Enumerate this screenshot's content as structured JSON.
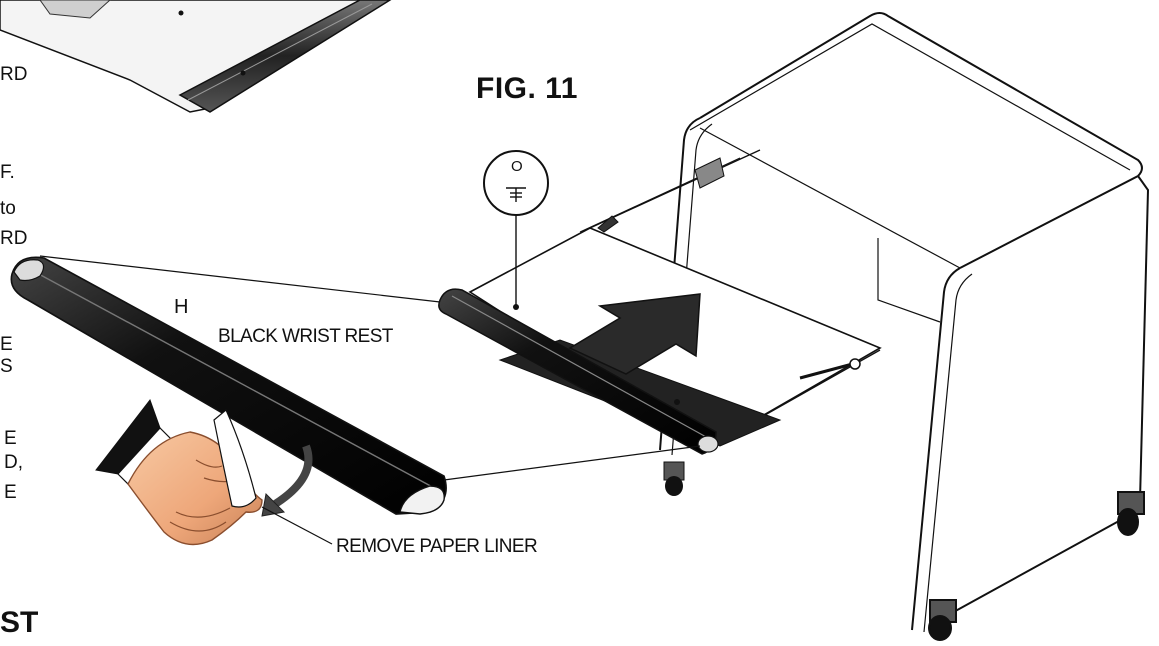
{
  "figure": {
    "title": "FIG. 11",
    "hardware_callout": "O",
    "part_letter": "H",
    "label_wrist_rest": "BLACK WRIST REST",
    "label_remove_liner": "REMOVE PAPER LINER"
  },
  "cropped_text_left": {
    "line_1": "RD",
    "line_2": "F.",
    "line_3": "to",
    "line_4": "RD",
    "line_5": "E",
    "line_6": "S",
    "line_7": "E",
    "line_8": "D,",
    "line_9": "E",
    "bottom_heading": "ST"
  },
  "colors": {
    "ink": "#111111",
    "wrist_rest": "#1a1a1a",
    "hand_skin": "#f3b68c",
    "hand_shadow": "#c9835a",
    "arrow": "#2a2a2a"
  }
}
